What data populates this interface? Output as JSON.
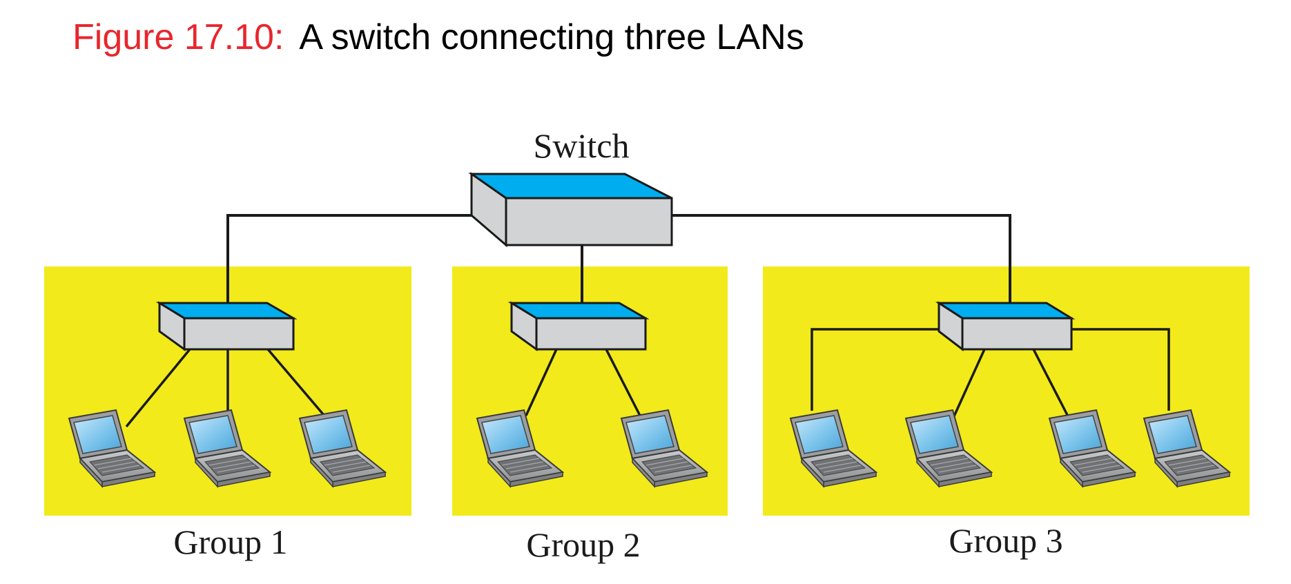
{
  "title": {
    "figure_label": "Figure 17.10:",
    "caption": "A switch connecting three LANs",
    "figure_label_color": "#e8262d",
    "caption_color": "#000000"
  },
  "diagram": {
    "switch_label": "Switch",
    "groups": [
      {
        "label": "Group 1",
        "laptops": 3
      },
      {
        "label": "Group 2",
        "laptops": 2
      },
      {
        "label": "Group 3",
        "laptops": 4
      }
    ],
    "colors": {
      "lan_background": "#f2ea1a",
      "device_top": "#00aeef",
      "device_body": "#d1d3d4",
      "link": "#1a1a1a"
    }
  }
}
